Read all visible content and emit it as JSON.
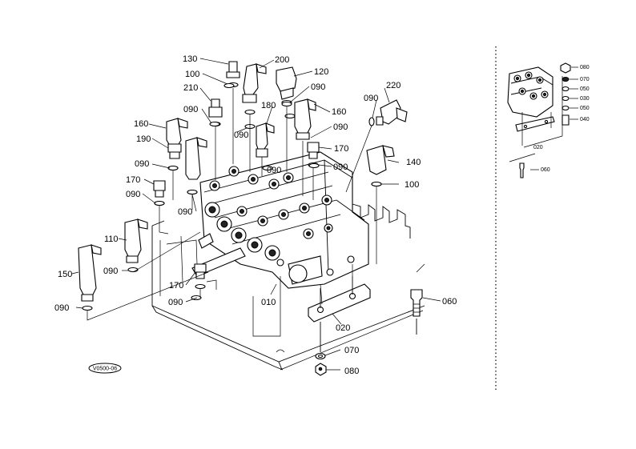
{
  "diagram": {
    "badge": "V0500-06",
    "callouts": [
      {
        "id": "c130",
        "text": "130"
      },
      {
        "id": "c200",
        "text": "200"
      },
      {
        "id": "c100a",
        "text": "100"
      },
      {
        "id": "c120",
        "text": "120"
      },
      {
        "id": "c210",
        "text": "210"
      },
      {
        "id": "c090a",
        "text": "090"
      },
      {
        "id": "c220",
        "text": "220"
      },
      {
        "id": "c090b",
        "text": "090"
      },
      {
        "id": "c180",
        "text": "180"
      },
      {
        "id": "c090c",
        "text": "090"
      },
      {
        "id": "c160a",
        "text": "160"
      },
      {
        "id": "c090d",
        "text": "090"
      },
      {
        "id": "c160b",
        "text": "160"
      },
      {
        "id": "c090e",
        "text": "090"
      },
      {
        "id": "c190",
        "text": "190"
      },
      {
        "id": "c170a",
        "text": "170"
      },
      {
        "id": "c090f",
        "text": "090"
      },
      {
        "id": "c090g",
        "text": "090"
      },
      {
        "id": "c140",
        "text": "140"
      },
      {
        "id": "c090h",
        "text": "090"
      },
      {
        "id": "c170b",
        "text": "170"
      },
      {
        "id": "c100b",
        "text": "100"
      },
      {
        "id": "c090i",
        "text": "090"
      },
      {
        "id": "c090j",
        "text": "090"
      },
      {
        "id": "c110",
        "text": "110"
      },
      {
        "id": "c090k",
        "text": "090"
      },
      {
        "id": "c150",
        "text": "150"
      },
      {
        "id": "c170c",
        "text": "170"
      },
      {
        "id": "c090l",
        "text": "090"
      },
      {
        "id": "c010",
        "text": "010"
      },
      {
        "id": "c060",
        "text": "060"
      },
      {
        "id": "c090m",
        "text": "090"
      },
      {
        "id": "c020",
        "text": "020"
      },
      {
        "id": "c070",
        "text": "070"
      },
      {
        "id": "c080",
        "text": "080"
      }
    ]
  },
  "inset": {
    "callouts": [
      {
        "id": "i080",
        "text": "080"
      },
      {
        "id": "i070",
        "text": "070"
      },
      {
        "id": "i050a",
        "text": "050"
      },
      {
        "id": "i030",
        "text": "030"
      },
      {
        "id": "i050b",
        "text": "050"
      },
      {
        "id": "i040",
        "text": "040"
      },
      {
        "id": "i020",
        "text": "020"
      },
      {
        "id": "i060",
        "text": "060"
      }
    ]
  }
}
